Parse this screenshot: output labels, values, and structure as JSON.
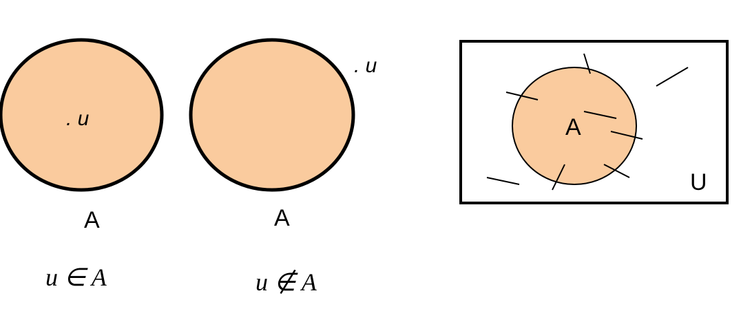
{
  "colors": {
    "fill": "#FACB9E",
    "stroke": "#000000",
    "background": "#FFFFFF"
  },
  "diagram_left": {
    "element_label": ". u",
    "set_label": "A",
    "caption": "u ∈ A"
  },
  "diagram_middle": {
    "element_label": ". u",
    "set_label": "A",
    "caption": "u ∉ A"
  },
  "diagram_right": {
    "set_label": "A",
    "universe_label": "U"
  }
}
